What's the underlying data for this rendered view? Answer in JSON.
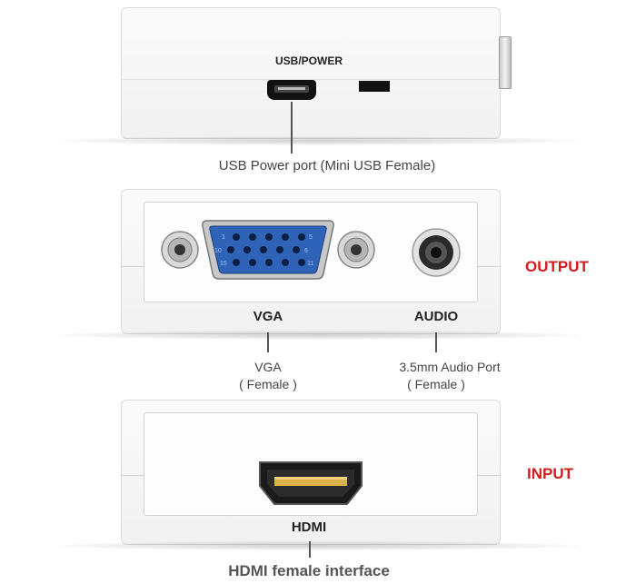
{
  "usb_section": {
    "port_label": "USB/POWER",
    "caption": "USB Power port (Mini USB Female)"
  },
  "output_section": {
    "vga_label": "VGA",
    "audio_label": "AUDIO",
    "vga_caption_line1": "VGA",
    "vga_caption_line2": "( Female )",
    "audio_caption_line1": "3.5mm Audio Port",
    "audio_caption_line2": "( Female )",
    "side_label": "OUTPUT",
    "pin_numbers": {
      "left_top": "1",
      "right_top": "5",
      "left_mid": "10",
      "right_mid": "6",
      "left_bot": "15",
      "right_bot": "11"
    }
  },
  "input_section": {
    "hdmi_label": "HDMI",
    "caption": "HDMI female interface",
    "side_label": "INPUT"
  },
  "colors": {
    "accent_red": "#d41c1c",
    "vga_blue": "#2f63b8",
    "label_dark": "#222222"
  }
}
